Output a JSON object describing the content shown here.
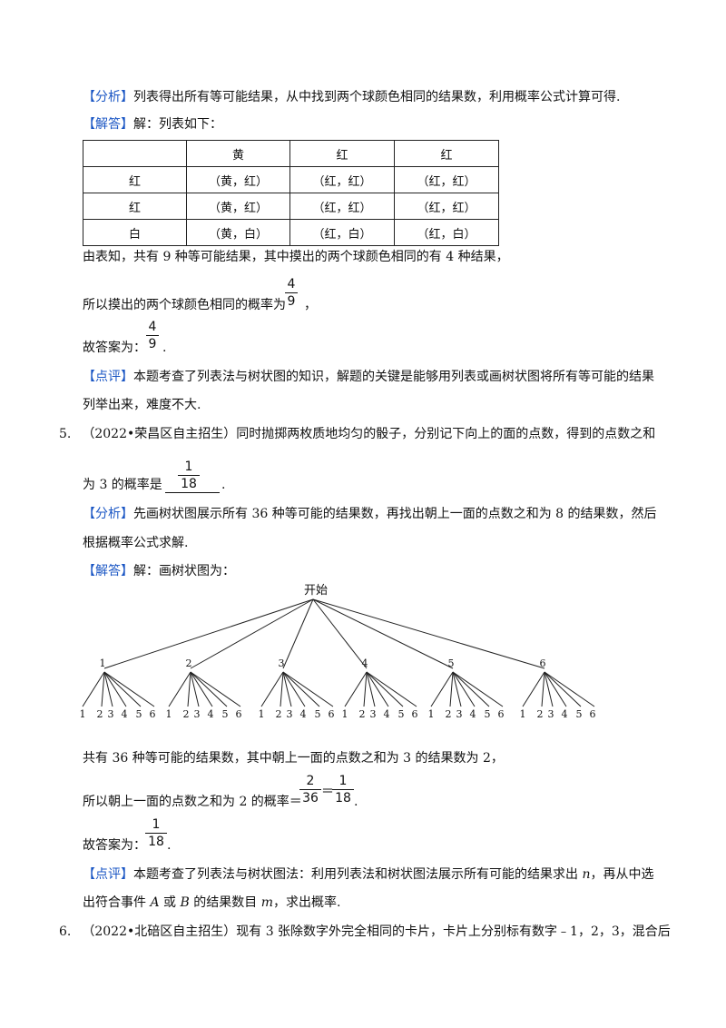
{
  "p4": {
    "analysis_tag": "【分析】",
    "analysis_text": "列表得出所有等可能结果，从中找到两个球颜色相同的结果数，利用概率公式计算可得.",
    "answer_tag": "【解答】",
    "answer_text": "解：列表如下：",
    "table": {
      "header": [
        "",
        "黄",
        "红",
        "红"
      ],
      "rows": [
        [
          "红",
          "（黄，红）",
          "（红，红）",
          "（红，红）"
        ],
        [
          "红",
          "（黄，红）",
          "（红，红）",
          "（红，红）"
        ],
        [
          "白",
          "（黄，白）",
          "（红，白）",
          "（红，白）"
        ]
      ]
    },
    "line1": "由表知，共有 9 种等可能结果，其中摸出的两个球颜色相同的有 4 种结果，",
    "line2_prefix": "所以摸出的两个球颜色相同的概率为",
    "line2_suffix": "，",
    "frac1": {
      "num": "4",
      "den": "9"
    },
    "line3_prefix": "故答案为：",
    "line3_suffix": ".",
    "frac2": {
      "num": "4",
      "den": "9"
    },
    "comment_tag": "【点评】",
    "comment_text1": "本题考查了列表法与树状图的知识，解题的关键是能够用列表或画树状图将所有等可能的结果",
    "comment_text2": "列举出来，难度不大."
  },
  "q5": {
    "number": "5.",
    "stem1": "（2022•荣昌区自主招生）同时抛掷两枚质地均匀的骰子，分别记下向上的面的点数，得到的点数之和",
    "stem2_prefix": "为 3 的概率是",
    "blank_frac": {
      "num": "1",
      "den": "18"
    },
    "stem2_suffix": ".",
    "analysis_tag": "【分析】",
    "analysis_text1": "先画树状图展示所有 36 种等可能的结果数，再找出朝上一面的点数之和为 8 的结果数，然后",
    "analysis_text2": "根据概率公式求解.",
    "answer_tag": "【解答】",
    "answer_text": "解：画树状图为：",
    "tree": {
      "root": "开始",
      "level1": [
        "1",
        "2",
        "3",
        "4",
        "5",
        "6"
      ],
      "level2": [
        "1",
        "2",
        "3",
        "4",
        "5",
        "6"
      ]
    },
    "line1": "共有 36 种等可能的结果数，其中朝上一面的点数之和为 3 的结果数为 2，",
    "line2_prefix": "所以朝上一面的点数之和为 2 的概率＝",
    "frac_a": {
      "num": "2",
      "den": "36"
    },
    "equals": "＝",
    "frac_b": {
      "num": "1",
      "den": "18"
    },
    "line2_suffix": ".",
    "line3_prefix": "故答案为：",
    "frac_c": {
      "num": "1",
      "den": "18"
    },
    "line3_suffix": ".",
    "comment_tag": "【点评】",
    "comment_text1a": "本题考查了列表法与树状图法：利用列表法和树状图法展示所有可能的结果求出 ",
    "comment_n": "n",
    "comment_text1b": "，再从中选",
    "comment_text2a": "出符合事件 ",
    "comment_A": "A",
    "comment_or": " 或 ",
    "comment_B": "B",
    "comment_text2b": " 的结果数目 ",
    "comment_m": "m",
    "comment_text2c": "，求出概率."
  },
  "q6": {
    "number": "6.",
    "stem": "（2022•北碚区自主招生）现有 3 张除数字外完全相同的卡片，卡片上分别标有数字﹣1，2，3，混合后"
  }
}
